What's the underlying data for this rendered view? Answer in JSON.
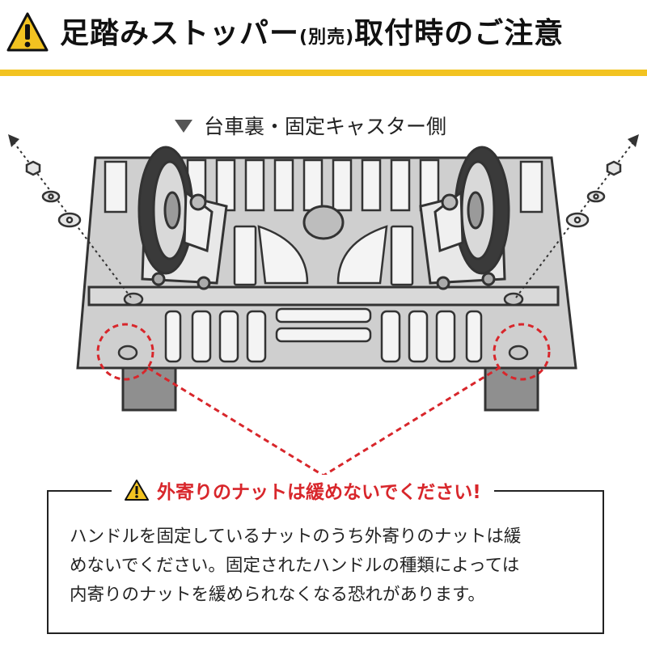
{
  "header": {
    "title_main": "足踏みストッパー",
    "title_paren": "(別売)",
    "title_tail": "取付時のご注意",
    "warning_icon": "warning-triangle-icon",
    "rule_color": "#f2c321"
  },
  "illustration": {
    "caption": "台車裏・固定キャスター側",
    "highlight_color": "#d8262b"
  },
  "notice": {
    "heading": "外寄りのナットは緩めないでください!",
    "heading_color": "#d8262b",
    "lines": [
      "ハンドルを固定しているナットのうち外寄りのナットは緩",
      "めないでください。固定されたハンドルの種類によっては",
      "内寄りのナットを緩められなくなる恐れがあります。"
    ]
  }
}
